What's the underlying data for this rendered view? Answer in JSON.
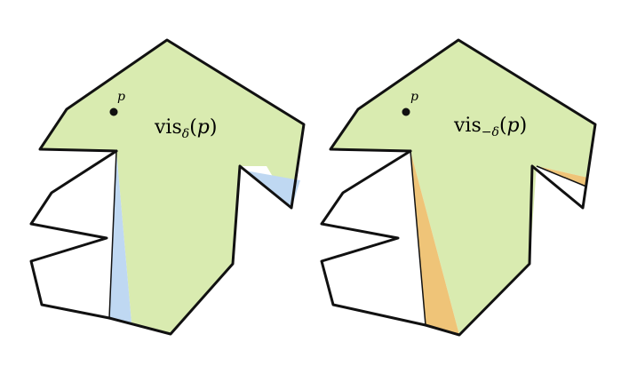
{
  "colors": {
    "visibility_fill": "#d9ebb0",
    "plus_delta_wedge": "#bfd8f2",
    "minus_delta_wedge": "#efc478",
    "outline": "#111111",
    "background": "#ffffff"
  },
  "panels": [
    {
      "id": "left",
      "point_label": "p",
      "region_label": {
        "func": "vis",
        "subscript": "δ",
        "open": "(",
        "arg": "p",
        "close": ")"
      },
      "wedge_color_key": "plus_delta_wedge"
    },
    {
      "id": "right",
      "point_label": "p",
      "region_label": {
        "func": "vis",
        "subscript": "−δ",
        "open": "(",
        "arg": "p",
        "close": ")"
      },
      "wedge_color_key": "minus_delta_wedge"
    }
  ]
}
